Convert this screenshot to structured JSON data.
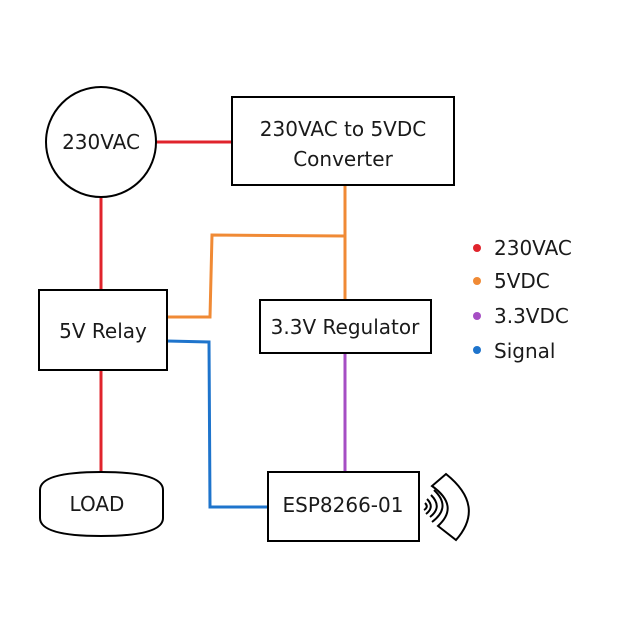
{
  "colors": {
    "ac230": "#e0242c",
    "dc5": "#f08a35",
    "dc33": "#a64ec4",
    "signal": "#1e74cc"
  },
  "blocks": {
    "source": "230VAC",
    "converter_line1": "230VAC to 5VDC",
    "converter_line2": "Converter",
    "relay": "5V Relay",
    "regulator": "3.3V Regulator",
    "load": "LOAD",
    "esp": "ESP8266-01"
  },
  "icons": {
    "wireless": "wireless-signal-icon"
  },
  "legend": {
    "items": [
      {
        "label": "230VAC",
        "color": "#e0242c"
      },
      {
        "label": "5VDC",
        "color": "#f08a35"
      },
      {
        "label": "3.3VDC",
        "color": "#a64ec4"
      },
      {
        "label": "Signal",
        "color": "#1e74cc"
      }
    ]
  }
}
